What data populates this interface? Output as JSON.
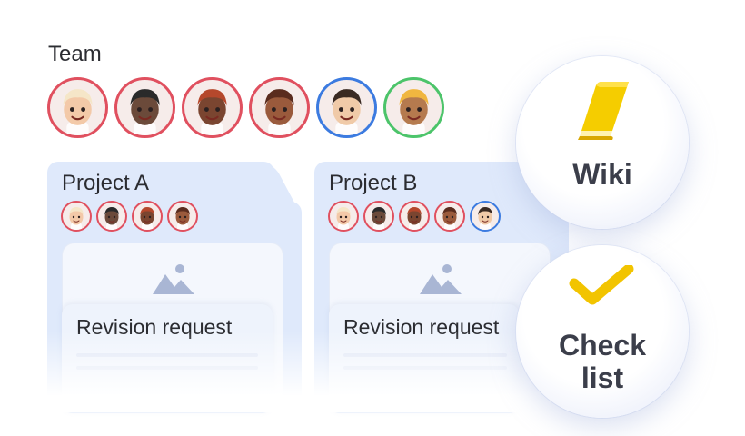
{
  "team": {
    "title": "Team",
    "members": [
      {
        "icon": "avatar-blond-boy",
        "ring": "#e0505f",
        "skin": "#f3c9a8",
        "hair": "#f5e6c8"
      },
      {
        "icon": "avatar-dark-boy",
        "ring": "#e0505f",
        "skin": "#6b4a3a",
        "hair": "#2a2a2a"
      },
      {
        "icon": "avatar-curly-boy",
        "ring": "#e0505f",
        "skin": "#7a4530",
        "hair": "#b5482c"
      },
      {
        "icon": "avatar-girl",
        "ring": "#e0505f",
        "skin": "#9a5a3c",
        "hair": "#5a2c1e"
      },
      {
        "icon": "avatar-man-suit",
        "ring": "#3c7be0",
        "skin": "#f0caa8",
        "hair": "#3a2a22"
      },
      {
        "icon": "avatar-blond-kid",
        "ring": "#4cc46a",
        "skin": "#b57a4e",
        "hair": "#f0b640"
      }
    ]
  },
  "projects": [
    {
      "title": "Project A",
      "member_count": 4,
      "card_label": "Revision request"
    },
    {
      "title": "Project B",
      "member_count": 5,
      "card_label": "Revision request"
    }
  ],
  "features": {
    "wiki": {
      "label": "Wiki",
      "icon": "book-icon",
      "color": "#f2c400"
    },
    "checklist": {
      "label_line1": "Check",
      "label_line2": "list",
      "icon": "checkmark-icon",
      "color": "#f2c400"
    }
  }
}
